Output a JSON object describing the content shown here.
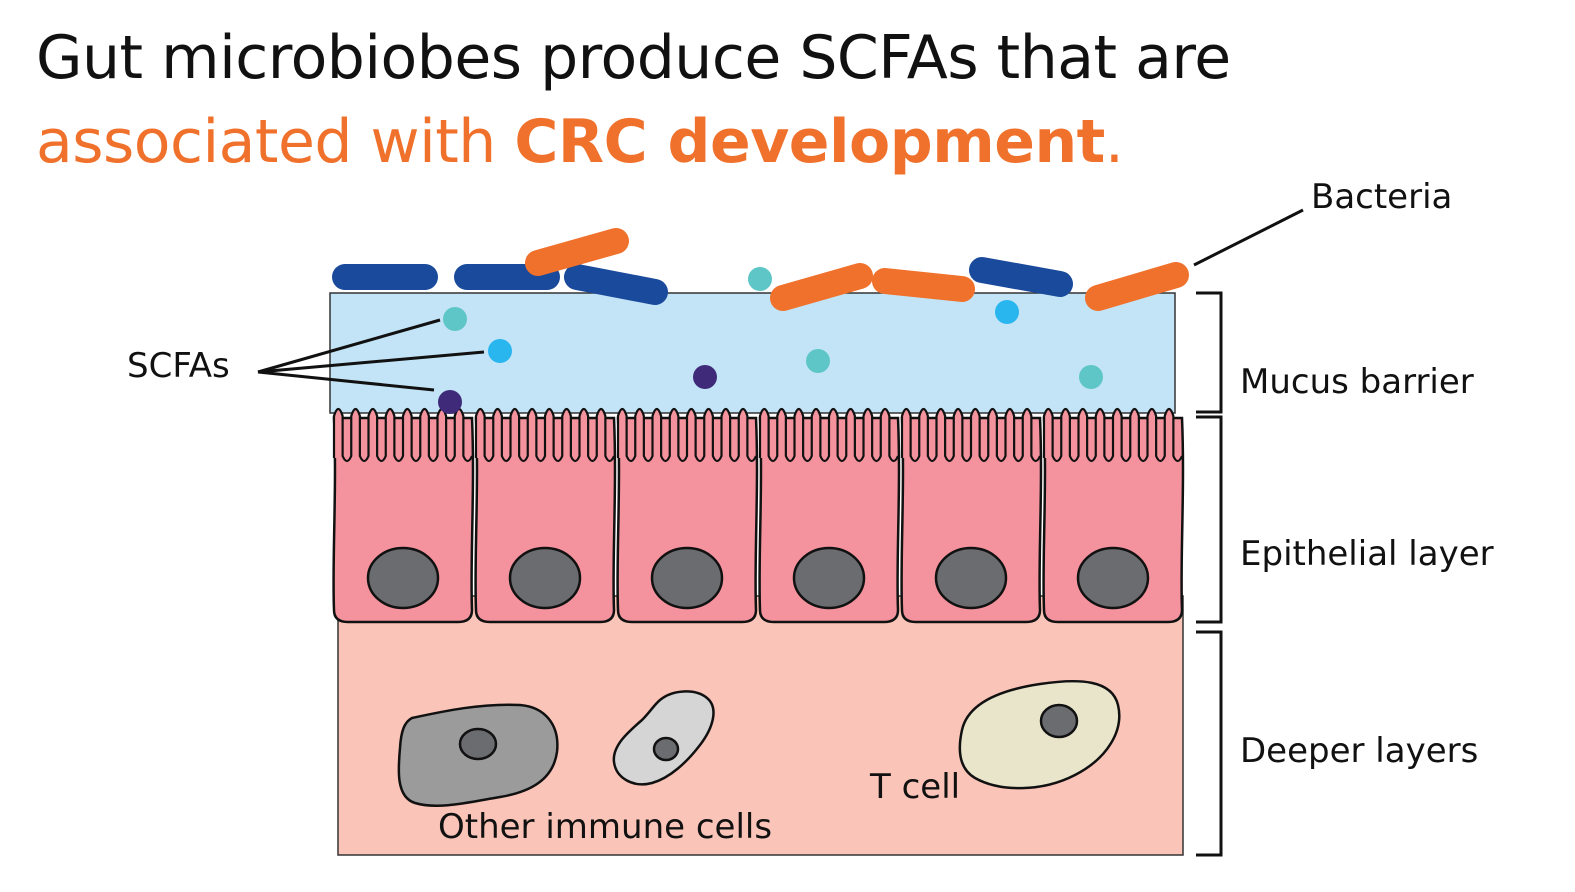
{
  "title": {
    "line1": "Gut microbiobes produce SCFAs that are",
    "line2_regular": "associated with ",
    "line2_bold": "CRC development",
    "line2_end": "."
  },
  "labels": {
    "bacteria": "Bacteria",
    "scfas": "SCFAs",
    "mucus": "Mucus barrier",
    "epithelial": "Epithelial layer",
    "deeper": "Deeper layers",
    "t_cell": "T cell",
    "immune": "Other immune cells"
  },
  "colors": {
    "title_accent": "#f0712b",
    "mucus": "#c3e4f7",
    "epithelium": "#f4939d",
    "deeper": "#fac5b8",
    "nucleus": "#6b6c70",
    "bacteria_blue": "#1a4a9b",
    "bacteria_orange": "#f0712b",
    "scfa_teal": "#5ec6c6",
    "scfa_blue": "#29b6ee",
    "scfa_purple": "#3f2a7a",
    "t_cell": "#e8e5cb",
    "immune_dark": "#9b9b9b",
    "immune_light": "#d6d5d5"
  }
}
